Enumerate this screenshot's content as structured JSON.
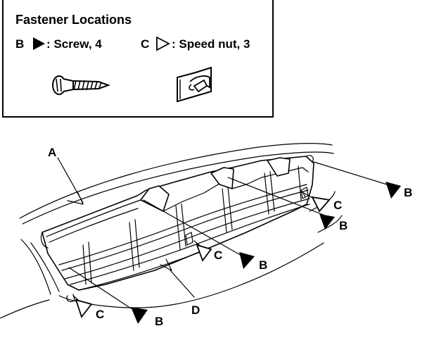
{
  "header": {
    "title": "Fastener Locations",
    "legend_b_letter": "B",
    "legend_b_text": ": Screw, 4",
    "legend_c_letter": "C",
    "legend_c_text": ": Speed nut, 3"
  },
  "callouts": {
    "a": "A",
    "b": "B",
    "c": "C",
    "d": "D"
  },
  "icons": {
    "b_marker": "filled-triangle-arrow-icon",
    "c_marker": "outline-triangle-arrow-icon",
    "screw": "screw-icon",
    "speed_nut": "speed-nut-icon"
  }
}
